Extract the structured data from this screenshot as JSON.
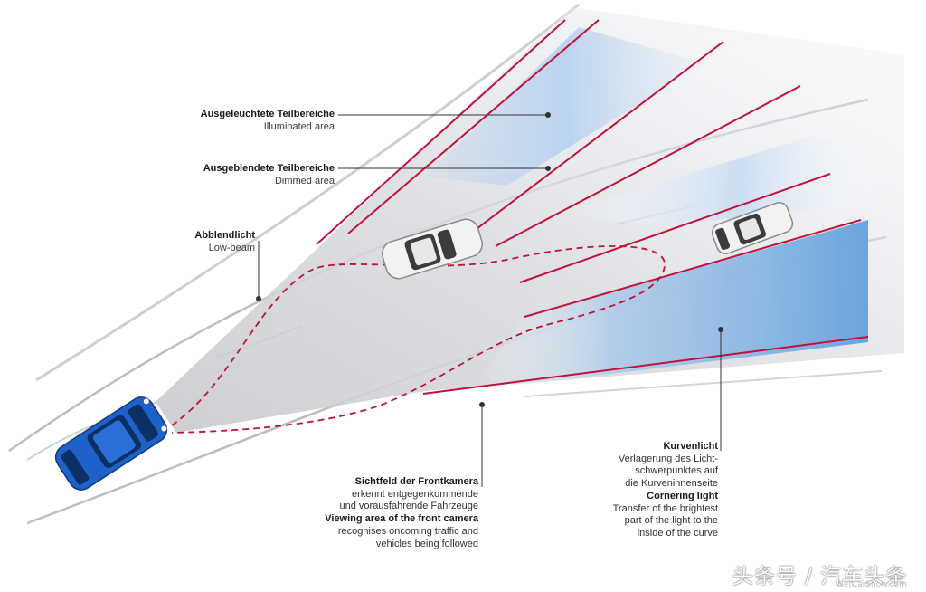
{
  "labels": {
    "illuminated": {
      "de": "Ausgeleuchtete Teilbereiche",
      "en": "Illuminated area"
    },
    "dimmed": {
      "de": "Ausgeblendete Teilbereiche",
      "en": "Dimmed area"
    },
    "low_beam": {
      "de": "Abblendlicht",
      "en": "Low-beam"
    },
    "camera": {
      "de_title": "Sichtfeld der Frontkamera",
      "de_line1": "erkennt entgegenkommende",
      "de_line2": "und vorausfahrende Fahrzeuge",
      "en_title": "Viewing area of the front camera",
      "en_line1": "recognises oncoming traffic and",
      "en_line2": "vehicles being followed"
    },
    "cornering": {
      "de_title": "Kurvenlicht",
      "de_line1": "Verlagerung des Licht-",
      "de_line2": "schwerpunktes auf",
      "de_line3": "die Kurveninnenseite",
      "en_title": "Cornering light",
      "en_line1": "Transfer of the brightest",
      "en_line2": "part of the light to the",
      "en_line3": "inside of the curve"
    }
  },
  "watermark": {
    "cn": "头条号 / 汽车头条",
    "site": "NetCarShow.com"
  },
  "colors": {
    "beam_red": "#c0123a",
    "illuminated_blue": "#7fb2e0",
    "car_blue": "#1e62c9",
    "road_line": "#bdbdbd",
    "leader": "#333333"
  }
}
